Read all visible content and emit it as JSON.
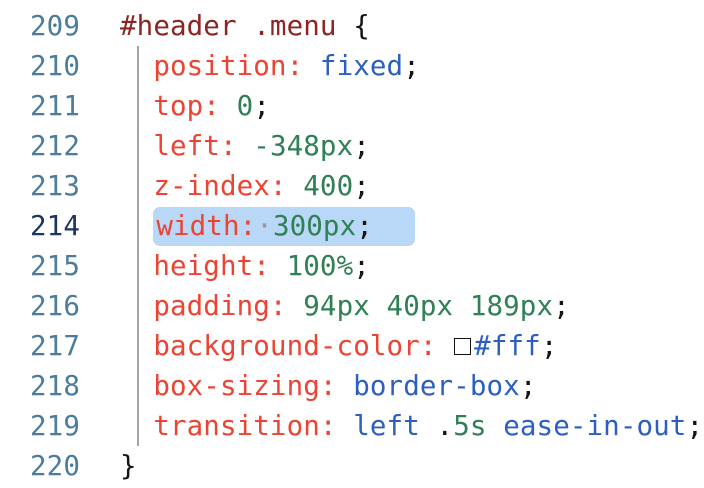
{
  "editor": {
    "type": "code-editor",
    "language": "css",
    "active_line": "214",
    "colors": {
      "background": "#ffffff",
      "line_number": "#4b7c9b",
      "line_number_active": "#1c3464",
      "selector": "#8b2422",
      "property": "#ec4434",
      "value_number": "#2f8054",
      "value_keyword": "#2c5fc1",
      "punctuation": "#141414",
      "selection": "#b9d7f7",
      "indent_guide": "#a5a5a5",
      "whitespace_dot": "#969696",
      "swatch_value": "#ffffff"
    },
    "lines": [
      {
        "number": "209",
        "tokens": [
          {
            "type": "selector",
            "text": "#header .menu"
          },
          {
            "type": "plain",
            "text": " "
          },
          {
            "type": "punct",
            "text": "{"
          }
        ]
      },
      {
        "number": "210",
        "tokens": [
          {
            "type": "plain",
            "text": "  "
          },
          {
            "type": "prop",
            "text": "position:"
          },
          {
            "type": "plain",
            "text": " "
          },
          {
            "type": "kw",
            "text": "fixed"
          },
          {
            "type": "punct",
            "text": ";"
          }
        ]
      },
      {
        "number": "211",
        "tokens": [
          {
            "type": "plain",
            "text": "  "
          },
          {
            "type": "prop",
            "text": "top:"
          },
          {
            "type": "plain",
            "text": " "
          },
          {
            "type": "num",
            "text": "0"
          },
          {
            "type": "punct",
            "text": ";"
          }
        ]
      },
      {
        "number": "212",
        "tokens": [
          {
            "type": "plain",
            "text": "  "
          },
          {
            "type": "prop",
            "text": "left:"
          },
          {
            "type": "plain",
            "text": " "
          },
          {
            "type": "num",
            "text": "-348px"
          },
          {
            "type": "punct",
            "text": ";"
          }
        ]
      },
      {
        "number": "213",
        "tokens": [
          {
            "type": "plain",
            "text": "  "
          },
          {
            "type": "prop",
            "text": "z-index:"
          },
          {
            "type": "plain",
            "text": " "
          },
          {
            "type": "num",
            "text": "400"
          },
          {
            "type": "punct",
            "text": ";"
          }
        ]
      },
      {
        "number": "214",
        "tokens": [
          {
            "type": "plain",
            "text": "  "
          },
          {
            "selection": true,
            "tokens": [
              {
                "type": "prop",
                "text": "width:"
              },
              {
                "type": "space-dot",
                "text": "·"
              },
              {
                "type": "num",
                "text": "300px"
              },
              {
                "type": "punct",
                "text": ";"
              }
            ]
          }
        ]
      },
      {
        "number": "215",
        "tokens": [
          {
            "type": "plain",
            "text": "  "
          },
          {
            "type": "prop",
            "text": "height:"
          },
          {
            "type": "plain",
            "text": " "
          },
          {
            "type": "num",
            "text": "100%"
          },
          {
            "type": "punct",
            "text": ";"
          }
        ]
      },
      {
        "number": "216",
        "tokens": [
          {
            "type": "plain",
            "text": "  "
          },
          {
            "type": "prop",
            "text": "padding:"
          },
          {
            "type": "plain",
            "text": " "
          },
          {
            "type": "num",
            "text": "94px 40px 189px"
          },
          {
            "type": "punct",
            "text": ";"
          }
        ]
      },
      {
        "number": "217",
        "tokens": [
          {
            "type": "plain",
            "text": "  "
          },
          {
            "type": "prop",
            "text": "background-color:"
          },
          {
            "type": "plain",
            "text": " "
          },
          {
            "type": "swatch"
          },
          {
            "type": "kw",
            "text": "#fff"
          },
          {
            "type": "punct",
            "text": ";"
          }
        ]
      },
      {
        "number": "218",
        "tokens": [
          {
            "type": "plain",
            "text": "  "
          },
          {
            "type": "prop",
            "text": "box-sizing:"
          },
          {
            "type": "plain",
            "text": " "
          },
          {
            "type": "kw",
            "text": "border-box"
          },
          {
            "type": "punct",
            "text": ";"
          }
        ]
      },
      {
        "number": "219",
        "tokens": [
          {
            "type": "plain",
            "text": "  "
          },
          {
            "type": "prop",
            "text": "transition:"
          },
          {
            "type": "plain",
            "text": " "
          },
          {
            "type": "kw",
            "text": "left"
          },
          {
            "type": "plain",
            "text": " "
          },
          {
            "type": "punct",
            "text": "."
          },
          {
            "type": "num",
            "text": "5s"
          },
          {
            "type": "plain",
            "text": " "
          },
          {
            "type": "kw",
            "text": "ease-in-out"
          },
          {
            "type": "punct",
            "text": ";"
          }
        ]
      },
      {
        "number": "220",
        "tokens": [
          {
            "type": "punct",
            "text": "}"
          }
        ]
      }
    ]
  }
}
